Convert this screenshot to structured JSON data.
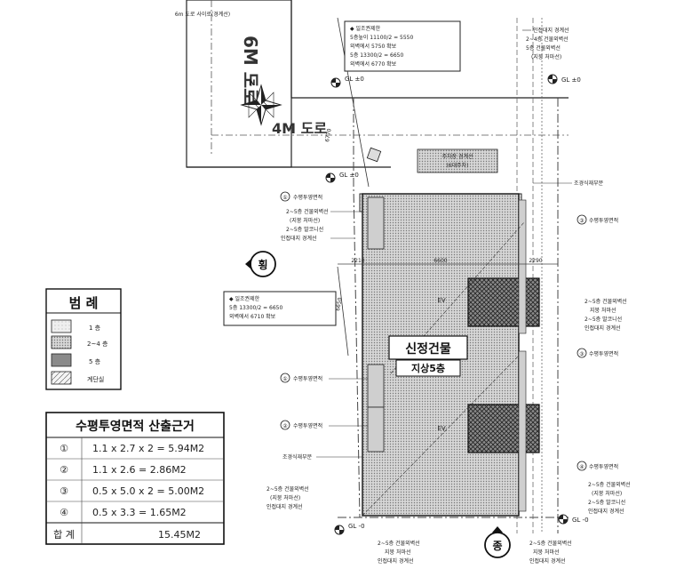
{
  "roads": {
    "road_6m": "6M 도로",
    "road_4m": "4M 도로",
    "road_note": "6m 도로 사이로(경계선)"
  },
  "north": "N",
  "gl": {
    "plus0": "GL ±0",
    "minus0": "GL -0"
  },
  "notes": {
    "slant_top_title": "◆ 일조권제한",
    "slant_top_l1": "5층높이  11100/2 = 5550",
    "slant_top_l2": "외벽에서 5750 확보",
    "slant_top_l3": "5층  13300/2 = 6650",
    "slant_top_l4": "외벽에서 6770 확보",
    "slant_mid_title": "◆ 일조권제한",
    "slant_mid_l1": "5층  13300/2 = 6650",
    "slant_mid_l2": "외벽에서 6710 확보",
    "tr_l1": "인접대지 경계선",
    "tr_l2": "2~4층 건물외벽선",
    "tr_l3": "5층 건물외벽선",
    "tr_l4": "(지붕 처마선)",
    "parking": "주차장 경계선",
    "parking2": "(6대주차)"
  },
  "labels": {
    "proj_area": "수평투영면적",
    "canopy": "조경식재부분",
    "wall_24": "2~5층 건물외벽선",
    "roof_edge": "(지붕 처마선)",
    "balcony": "2~5층 발코니선",
    "site_line": "인접대지 경계선",
    "side_horizontal": "횡",
    "side_vertical": "종",
    "right_l1": "2~5층 건물외벽선",
    "right_l2": "지붕 처마선",
    "right_l3": "2~5층 발코니선",
    "right_l4": "인접대지 경계선",
    "bottom_l1": "2~5층 건물외벽선",
    "bottom_l2": "지붕 처마선",
    "bottom_l3": "인접대지 경계선"
  },
  "dims": {
    "d2210": "2210",
    "d6600": "6600",
    "d2290": "2290",
    "d6770": "6770",
    "d6650": "6650"
  },
  "building": {
    "name": "신정건물",
    "floors": "지상5층",
    "ev1": "EV",
    "ev2": "EV"
  },
  "circles": {
    "c1": "①",
    "c2": "②",
    "c3": "③",
    "c4": "④"
  },
  "legend": {
    "title": "범 례",
    "rows": [
      {
        "label": "1 층",
        "fill": "#eeeeee"
      },
      {
        "label": "2~4 층",
        "fill": "#c8c8c8"
      },
      {
        "label": "5 층",
        "fill": "#8a8a8a"
      },
      {
        "label": "계단실",
        "fill": "#e0e0e0"
      }
    ]
  },
  "area_table": {
    "title": "수평투영면적 산출근거",
    "rows": [
      {
        "num": "①",
        "formula": "1.1 x 2.7 x 2 = 5.94M2"
      },
      {
        "num": "②",
        "formula": "1.1 x 2.6 = 2.86M2"
      },
      {
        "num": "③",
        "formula": "0.5 x 5.0 x 2 = 5.00M2"
      },
      {
        "num": "④",
        "formula": "0.5 x 3.3 = 1.65M2"
      }
    ],
    "total_label": "합 계",
    "total_value": "15.45M2"
  }
}
